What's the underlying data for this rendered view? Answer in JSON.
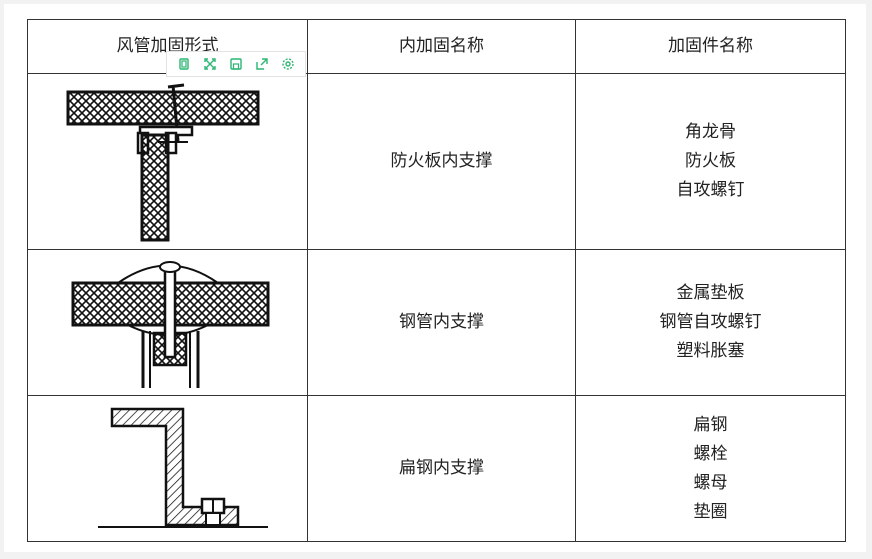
{
  "table": {
    "headers": [
      "风管加固形式",
      "内加固名称",
      "加固件名称"
    ],
    "rows": [
      {
        "figure": "angle-fireboard-diagram",
        "name": "防火板内支撑",
        "parts": [
          "角龙骨",
          "防火板",
          "自攻螺钉"
        ]
      },
      {
        "figure": "steel-tube-diagram",
        "name": "钢管内支撑",
        "parts": [
          "金属垫板",
          "钢管自攻螺钉",
          "塑料胀塞"
        ]
      },
      {
        "figure": "flat-steel-diagram",
        "name": "扁钢内支撑",
        "parts": [
          "扁钢",
          "螺栓",
          "螺母",
          "垫圈"
        ]
      }
    ]
  },
  "toolbar": {
    "icons": [
      "copy-icon",
      "expand-icon",
      "save-icon",
      "share-icon",
      "settings-icon"
    ],
    "accent": "#2bb673"
  }
}
